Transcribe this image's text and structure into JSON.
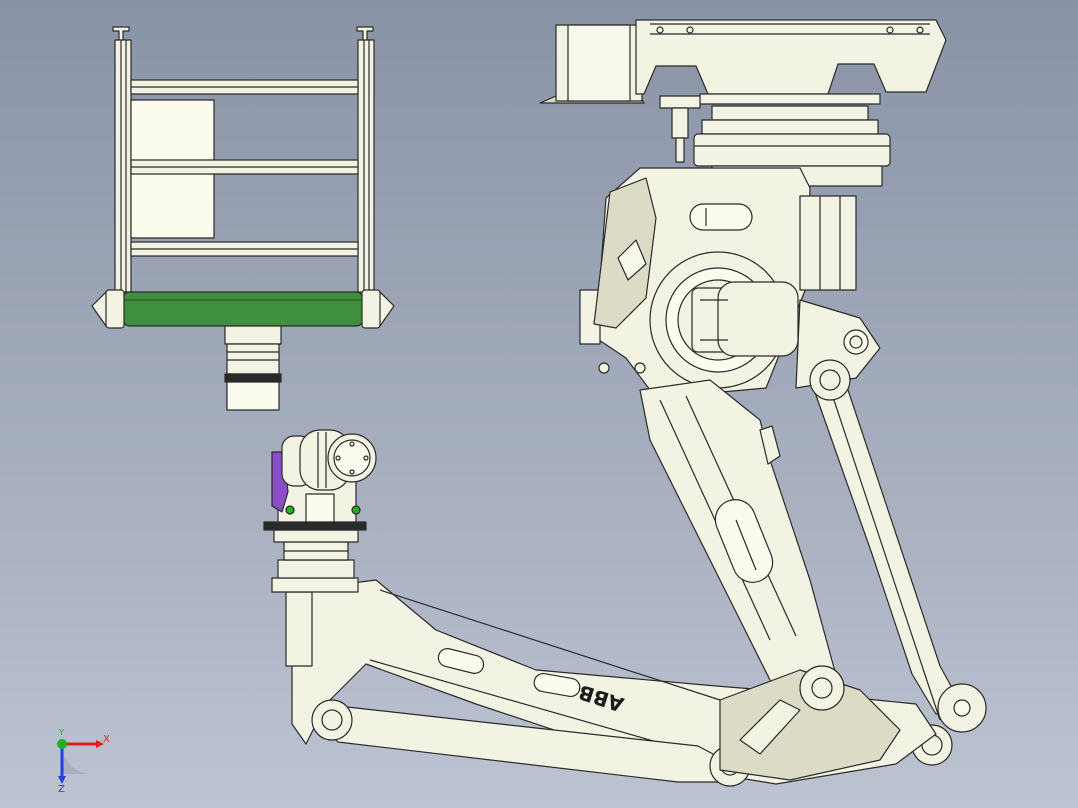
{
  "viewport": {
    "colors": {
      "background_top": "#8993a6",
      "background_bottom": "#bcc3d1"
    }
  },
  "model": {
    "brand_label": "ABB",
    "colors": {
      "part_fill": "#f3f3e4",
      "part_shade": "#dcdcc6",
      "edge": "#2a2a2a",
      "roller": "#3f8f3f",
      "roller_dark": "#226322",
      "gripper_accent": "#8a4fc7",
      "window_fill": "#fbfbee"
    }
  },
  "triad": {
    "x_label": "X",
    "y_label": "Y",
    "z_label": "Z",
    "colors": {
      "x": "#e02020",
      "y": "#20b020",
      "z": "#2040e0"
    }
  }
}
